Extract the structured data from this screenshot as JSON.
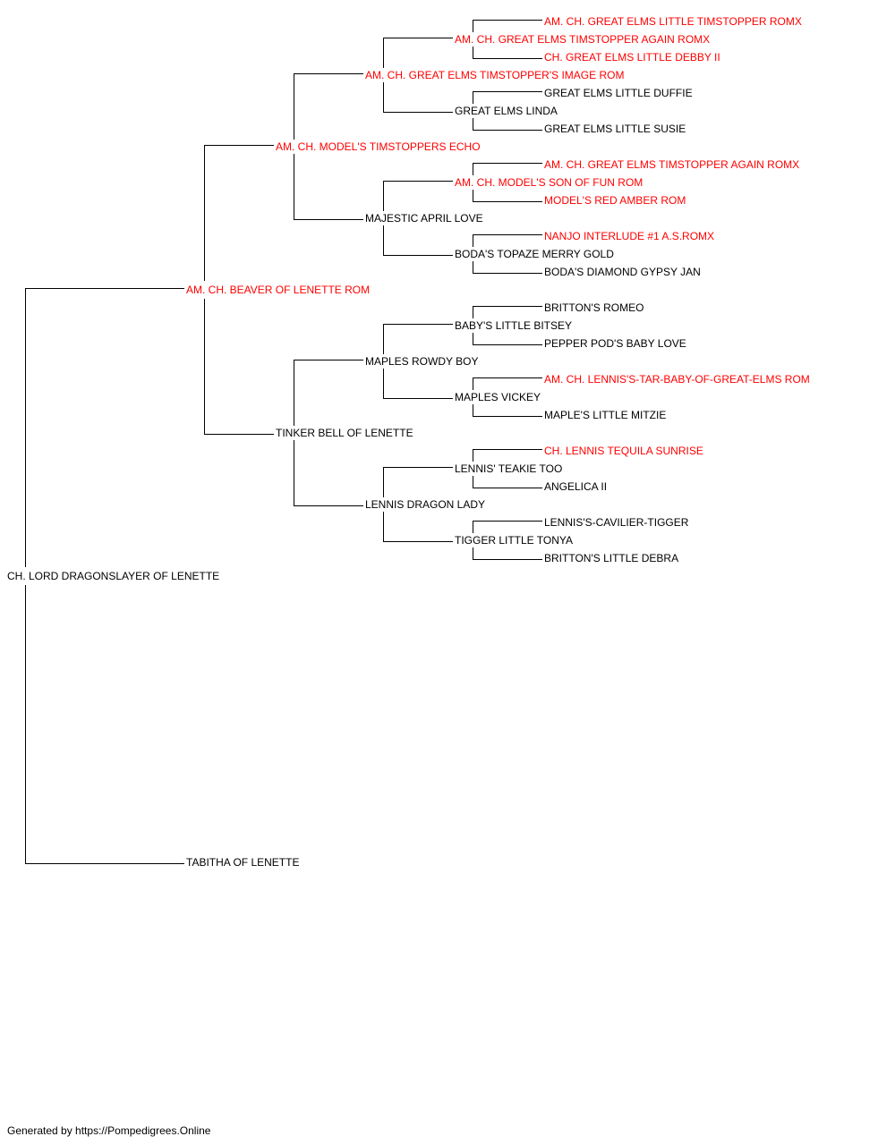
{
  "colors": {
    "champion": "#ff0000",
    "normal": "#000000",
    "line": "#000000"
  },
  "pedigree": {
    "subject": {
      "name": "CH. LORD DRAGONSLAYER OF LENETTE",
      "champion": false
    },
    "sire": {
      "name": "AM. CH. BEAVER OF LENETTE ROM",
      "champion": true
    },
    "dam": {
      "name": "TABITHA OF LENETTE",
      "champion": false
    },
    "sire_sire": {
      "name": "AM. CH. MODEL'S TIMSTOPPERS ECHO",
      "champion": true
    },
    "sire_dam": {
      "name": "TINKER BELL OF LENETTE",
      "champion": false
    },
    "sss": {
      "name": "AM. CH. GREAT ELMS TIMSTOPPER'S IMAGE ROM",
      "champion": true
    },
    "ssd": {
      "name": "MAJESTIC APRIL LOVE",
      "champion": false
    },
    "sds": {
      "name": "MAPLES ROWDY BOY",
      "champion": false
    },
    "sdd": {
      "name": "LENNIS DRAGON LADY",
      "champion": false
    },
    "ssss": {
      "name": "AM. CH. GREAT ELMS TIMSTOPPER AGAIN ROMX",
      "champion": true
    },
    "sssd": {
      "name": "GREAT ELMS LINDA",
      "champion": false
    },
    "ssds": {
      "name": "AM. CH. MODEL'S SON OF FUN ROM",
      "champion": true
    },
    "ssdd": {
      "name": "BODA'S TOPAZE MERRY GOLD",
      "champion": false
    },
    "sdss": {
      "name": "BABY'S LITTLE BITSEY",
      "champion": false
    },
    "sdsd": {
      "name": "MAPLES VICKEY",
      "champion": false
    },
    "sdds": {
      "name": "LENNIS' TEAKIE TOO",
      "champion": false
    },
    "sddd": {
      "name": "TIGGER LITTLE TONYA",
      "champion": false
    },
    "sssss": {
      "name": "AM. CH. GREAT ELMS LITTLE TIMSTOPPER ROMX",
      "champion": true
    },
    "ssssd": {
      "name": "CH. GREAT ELMS LITTLE DEBBY II",
      "champion": true
    },
    "sssds": {
      "name": "GREAT ELMS LITTLE DUFFIE",
      "champion": false
    },
    "sssdd": {
      "name": "GREAT ELMS LITTLE SUSIE",
      "champion": false
    },
    "ssdss": {
      "name": "AM. CH. GREAT ELMS TIMSTOPPER AGAIN ROMX",
      "champion": true
    },
    "ssdsd": {
      "name": "MODEL'S RED AMBER ROM",
      "champion": true
    },
    "ssdds": {
      "name": "NANJO INTERLUDE #1 A.S.ROMX",
      "champion": true
    },
    "ssddd": {
      "name": "BODA'S DIAMOND GYPSY JAN",
      "champion": false
    },
    "sdsss": {
      "name": "BRITTON'S ROMEO",
      "champion": false
    },
    "sdssd": {
      "name": "PEPPER POD'S BABY LOVE",
      "champion": false
    },
    "sdsds": {
      "name": "AM. CH. LENNIS'S-TAR-BABY-OF-GREAT-ELMS ROM",
      "champion": true
    },
    "sdsdd": {
      "name": "MAPLE'S LITTLE MITZIE",
      "champion": false
    },
    "sddss": {
      "name": "CH. LENNIS TEQUILA SUNRISE",
      "champion": true
    },
    "sddsd": {
      "name": "ANGELICA II",
      "champion": false
    },
    "sddds": {
      "name": "LENNIS'S-CAVILIER-TIGGER",
      "champion": false
    },
    "sdddd": {
      "name": "BRITTON'S LITTLE DEBRA",
      "champion": false
    }
  },
  "footer": {
    "text": "Generated by https://Pompedigrees.Online"
  }
}
